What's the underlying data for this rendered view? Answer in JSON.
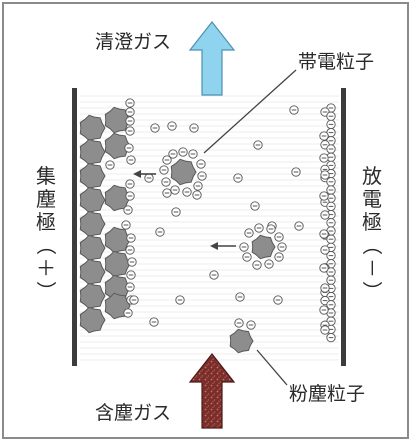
{
  "labels": {
    "clean_gas": "清澄ガス",
    "charged_particle": "帯電粒子",
    "collecting_electrode": [
      "集",
      "塵",
      "極",
      "（",
      "＋",
      "）"
    ],
    "discharge_electrode": [
      "放",
      "電",
      "極",
      "（",
      "－",
      "）"
    ],
    "dust_particle": "粉塵粒子",
    "dusty_gas": "含塵ガス"
  },
  "icons": {
    "ion": "⊖",
    "outlet_arrow": "up-arrow-icon",
    "inlet_arrow": "up-arrow-icon"
  },
  "colors": {
    "frame_border": "#8a8a8a",
    "electrode": "#3c3c3c",
    "particle_fill": "#8d8d8d",
    "particle_stroke": "#5a5a5a",
    "clean_arrow": "#8fd3ee",
    "dusty_arrow": "#7a2e2a",
    "flow_lines": "#e6e6e6"
  }
}
